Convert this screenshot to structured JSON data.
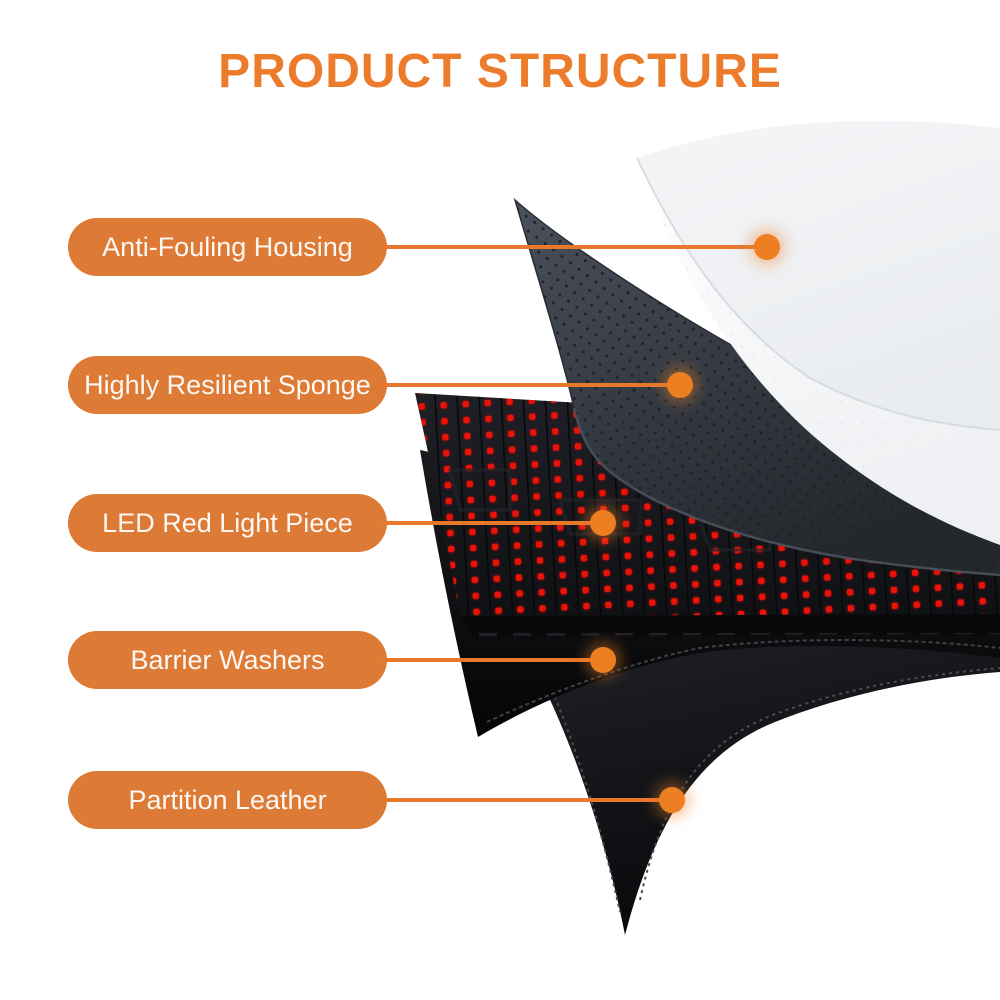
{
  "title": "PRODUCT STRUCTURE",
  "callouts": [
    {
      "label": "Anti-Fouling Housing"
    },
    {
      "label": "Highly Resilient Sponge"
    },
    {
      "label": "LED Red Light Piece"
    },
    {
      "label": "Barrier Washers"
    },
    {
      "label": "Partition Leather"
    }
  ],
  "illustration": {
    "layers": [
      "anti-fouling-housing (white perforated cover sheet, top right)",
      "highly-resilient-sponge (dark grey perforated sponge sheet)",
      "led-red-light-piece (black PCB covered with red LED dots)",
      "barrier-washers (black stitched barrier sheet)",
      "partition-leather (black stitched leather sheet, pointed bottom corner)"
    ]
  },
  "colors": {
    "title_orange": "#EC7C2B",
    "pill_orange": "#DC7A36",
    "line_dot_orange": "#E8782C",
    "pill_text": "#FDF8F3",
    "led_red": "#E2140E",
    "board_black": "#141519",
    "sponge_grey": "#3A4048",
    "housing_white": "#F2F3F5",
    "leather_black": "#0B0C0E",
    "background": "#FFFFFF"
  }
}
